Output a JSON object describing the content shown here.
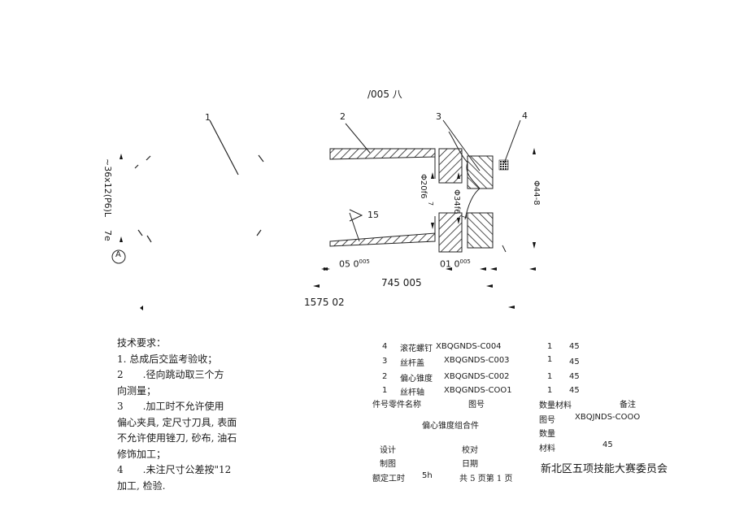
{
  "drawing": {
    "title": "/005 八",
    "callouts": [
      "1",
      "2",
      "3",
      "4"
    ],
    "dimensions": {
      "thread_left": "~36x12(P6)L",
      "left_7e": "7e",
      "phi20": "Φ20f6",
      "phi20_7": "7",
      "phi34": "Φ34f6",
      "phi34_7": "7",
      "phi44": "Φ44-8",
      "roughness": "15",
      "d050": "05 0",
      "d050_sup": "005",
      "d010": "01 0",
      "d010_sup": "005",
      "d745": "745 005",
      "d1575": "1575 02"
    },
    "view_marker": "A"
  },
  "requirements": {
    "heading": "技术要求：",
    "lines": [
      "1. 总成后交监考验收；",
      "2　　.径向跳动取三个方",
      "向测量；",
      "3　　.加工时不允许使用",
      "偏心夹具, 定尺寸刀具, 表面",
      "不允许使用锉刀, 砂布, 油石",
      "修饰加工；",
      "4　　.未注尺寸公差按\"12",
      "加工, 检验."
    ]
  },
  "parts": [
    {
      "no": "4",
      "name": "滚花螺钉",
      "code": "XBQGNDS-C004",
      "qty": "1",
      "material": "45"
    },
    {
      "no": "3",
      "name": "丝杆盖",
      "code": "XBQGNDS-C003",
      "qty": "1",
      "material": "45"
    },
    {
      "no": "2",
      "name": "偏心锥度",
      "code": "XBQGNDS-C002",
      "qty": "1",
      "material": "45"
    },
    {
      "no": "1",
      "name": "丝杆轴",
      "code": "XBQGNDS-COO1",
      "qty": "1",
      "material": "45"
    }
  ],
  "header_row": {
    "left": "件号零件名称",
    "mid": "图号",
    "right1": "数量材料",
    "right2": "备注"
  },
  "title_block": {
    "assembly_name": "偏心锥度组合件",
    "drawing_no_label": "图号",
    "drawing_no": "XBQJNDS-COOO",
    "qty_label": "数量",
    "material_label": "材料",
    "material": "45",
    "design_label": "设计",
    "check_label": "校对",
    "draft_label": "制图",
    "date_label": "日期",
    "time_label": "额定工时",
    "time_value": "5h",
    "pages": "共 5 页第 1 页",
    "organization": "新北区五项技能大赛委员会"
  }
}
